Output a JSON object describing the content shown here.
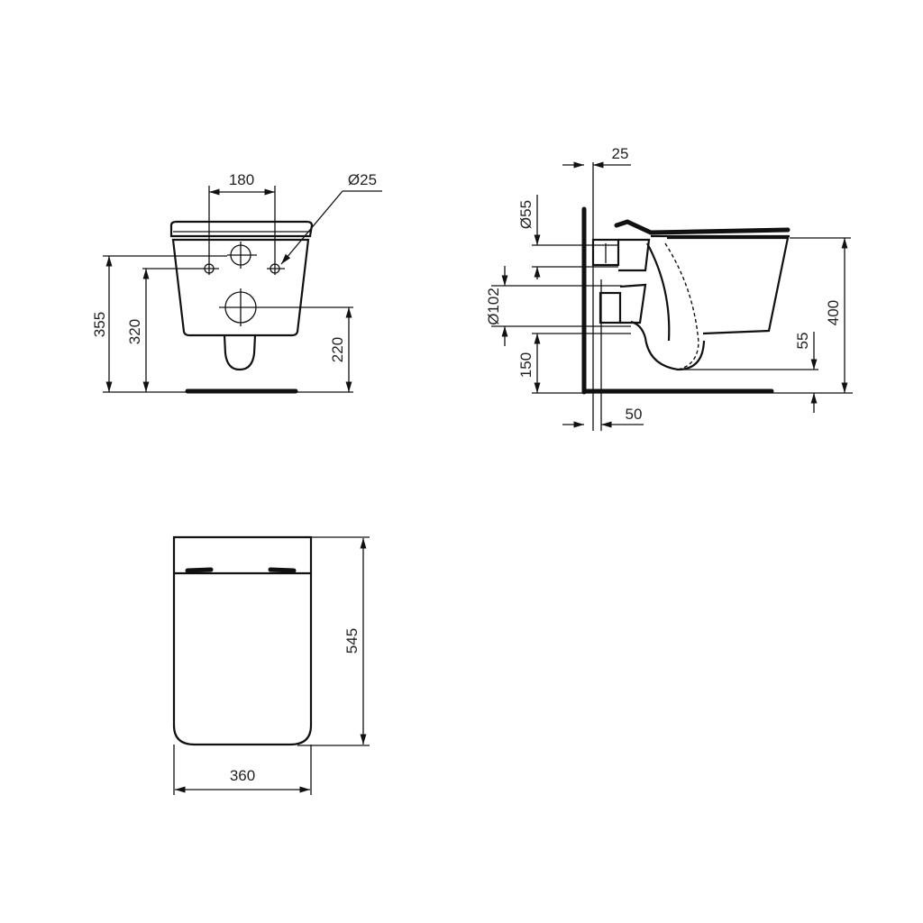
{
  "drawing": {
    "front_view": {
      "dimensions": {
        "hole_spacing": "180",
        "fixing_hole_diameter": "Ø25",
        "height_top": "355",
        "height_fixings": "320",
        "height_outlet": "220"
      }
    },
    "side_view": {
      "dimensions": {
        "wall_gap": "25",
        "inlet_diameter": "Ø55",
        "outlet_diameter": "Ø102",
        "outlet_height": "150",
        "rim_height": "400",
        "bottom_clearance": "55",
        "wall_offset": "50"
      }
    },
    "top_view": {
      "dimensions": {
        "depth": "545",
        "width": "360"
      }
    }
  }
}
